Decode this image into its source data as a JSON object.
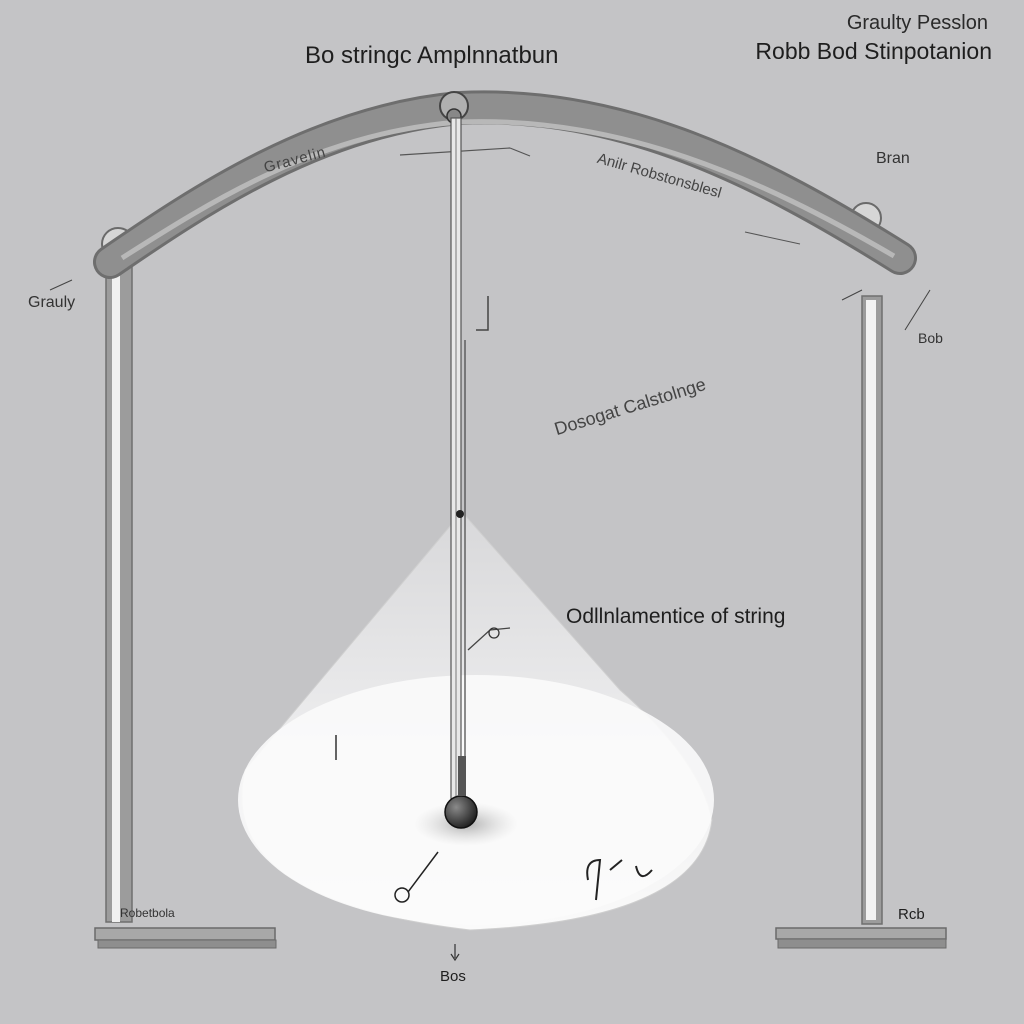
{
  "labels": {
    "title": "Bo stringc  Amplnnatbun",
    "top_right_line1": "Graulty Pesslon",
    "top_right_line2": "Robb Bod Stinpotanion",
    "gravity_left": "Grauly",
    "bran_right": "Bran",
    "bob_right": "Bob",
    "mid_annotation": "Dosogat  Calstolnge",
    "oscillation": "Odllnlamentice of string",
    "robob_bottom_right": "Rcb",
    "bob_bottom": "Bos",
    "robetbola_bottom_left": "Robetbola",
    "beam_text_left": "Gravelin",
    "beam_text_right": "Anilr Robstonsblesl"
  },
  "colors": {
    "background": "#c4c4c6",
    "frame": "#8e8e8e",
    "beam": "#8a8a8a",
    "cone": "#f4f4f4",
    "bob": "#3a3a3a"
  }
}
